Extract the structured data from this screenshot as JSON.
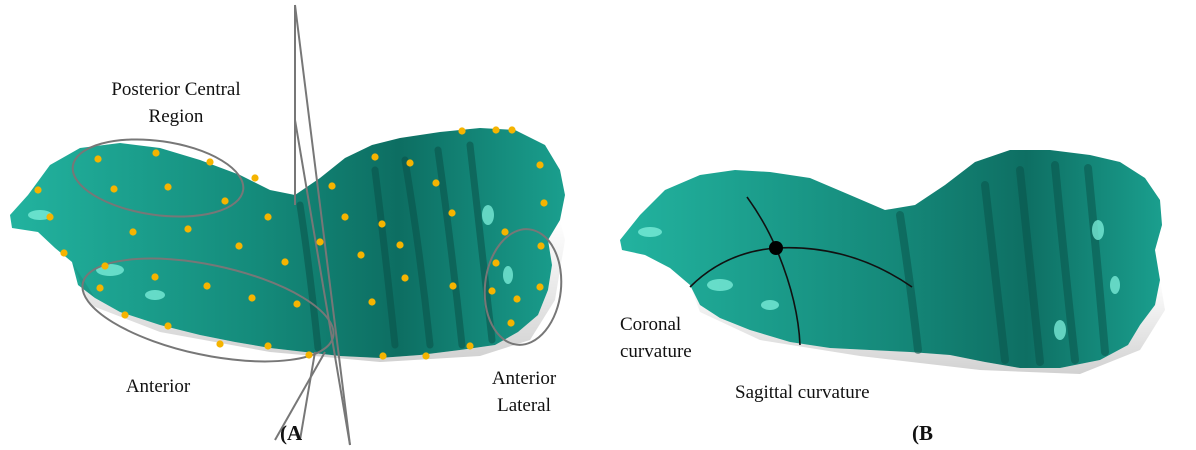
{
  "panel_a": {
    "label": "(A",
    "regions": {
      "posterior_central": [
        "Posterior Central",
        "Region"
      ],
      "anterior": "Anterior",
      "anterior_lateral": [
        "Anterior",
        "Lateral"
      ]
    }
  },
  "panel_b": {
    "label": "(B",
    "coronal": [
      "Coronal",
      "curvature"
    ],
    "sagittal": "Sagittal curvature"
  },
  "colors": {
    "surface": "#1a9f8e",
    "surface_dark": "#0c5f55",
    "highlight": "#7ff0dc",
    "landmark_dot": "#f5b400",
    "outline": "#777777",
    "curve": "#111111"
  }
}
